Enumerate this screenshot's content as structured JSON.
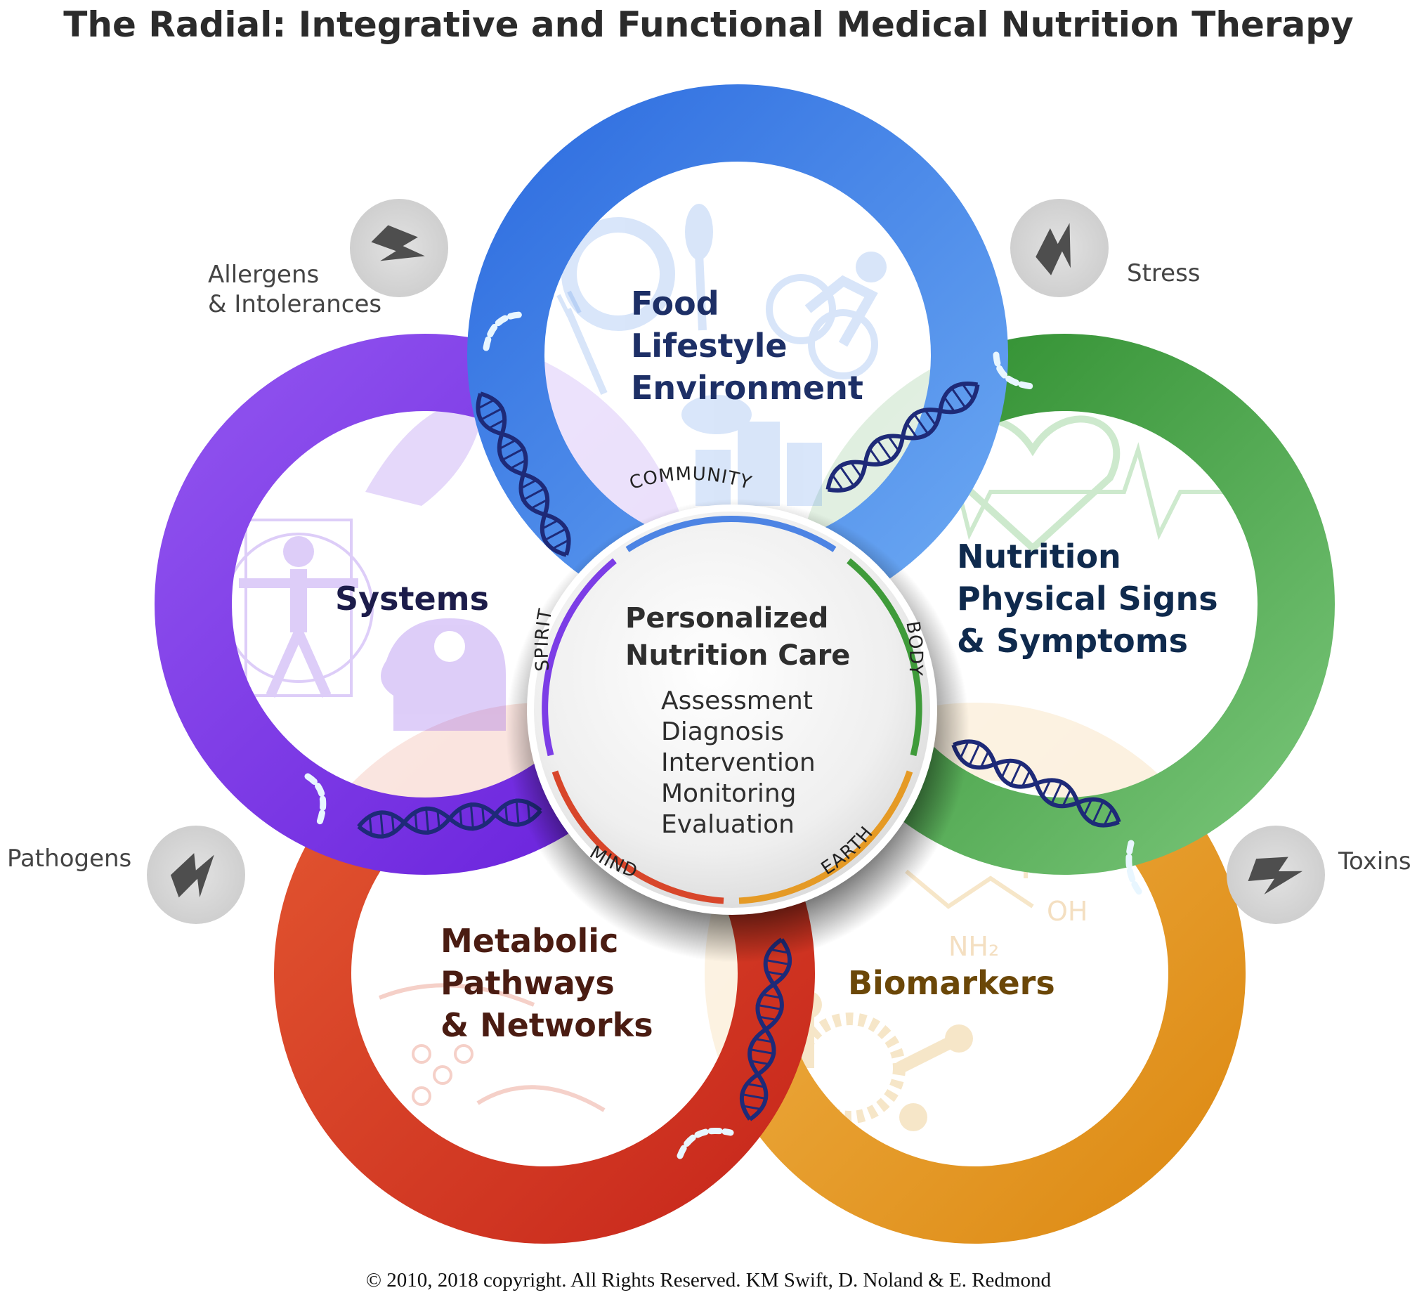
{
  "title": "The Radial: Integrative and Functional Medical Nutrition Therapy",
  "copyright": "© 2010, 2018 copyright. All Rights Reserved. KM Swift, D. Noland & E. Redmond",
  "rings": {
    "food": {
      "lines": [
        "Food",
        "Lifestyle",
        "Environment"
      ],
      "color": "#3f82e6",
      "text_color": "#1d2f66"
    },
    "nutrition": {
      "lines": [
        "Nutrition",
        "Physical Signs",
        "& Symptoms"
      ],
      "color": "#3c9a3a",
      "text_color": "#0f2a4d"
    },
    "biomarkers": {
      "lines": [
        "Biomarkers"
      ],
      "color": "#e59a25",
      "text_color": "#6b4708"
    },
    "metabolic": {
      "lines": [
        "Metabolic",
        "Pathways",
        "& Networks"
      ],
      "color": "#d8462a",
      "text_color": "#4a1c12"
    },
    "systems": {
      "lines": [
        "Systems"
      ],
      "color": "#7c3de6",
      "text_color": "#1c1c4a"
    }
  },
  "center": {
    "title_lines": [
      "Personalized",
      "Nutrition Care"
    ],
    "steps": [
      "Assessment",
      "Diagnosis",
      "Intervention",
      "Monitoring",
      "Evaluation"
    ],
    "arcs": {
      "community": "COMMUNITY",
      "body": "BODY",
      "earth": "EARTH",
      "mind": "MIND",
      "spirit": "SPIRIT"
    }
  },
  "stressors": {
    "allergens": [
      "Allergens",
      "& Intolerances"
    ],
    "stress": [
      "Stress"
    ],
    "pathogens": [
      "Pathogens"
    ],
    "toxins": [
      "Toxins"
    ]
  },
  "icons": [
    "lightning-icon",
    "dna-icon",
    "fork-icon",
    "spoon-icon",
    "cyclist-icon",
    "heart-icon",
    "amino-acid-icon",
    "molecule-icon",
    "vitruvian-man-icon",
    "head-gears-icon"
  ]
}
